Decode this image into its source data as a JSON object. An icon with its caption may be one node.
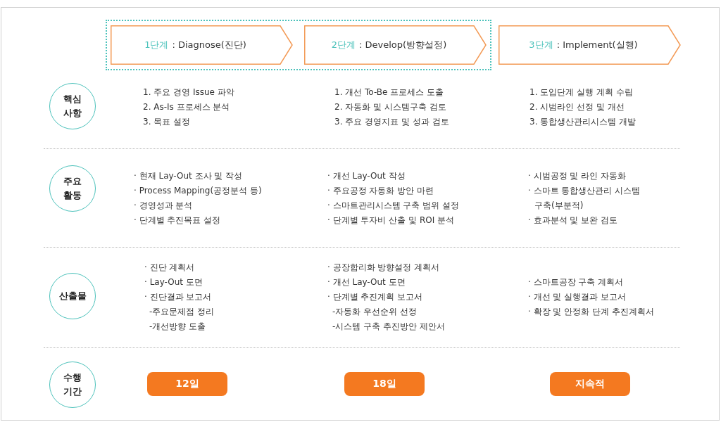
{
  "diagram": {
    "nodes": [
      {
        "text": [],
        "shape": "box"
      },
      {
        "text": [
          "1단계",
          ": Diagnose(진단)"
        ],
        "in": 0
      },
      {
        "text": [
          "2단계",
          ": Develop(방향설정)"
        ],
        "in": 0
      },
      {
        "text": [
          "3단계",
          ": Implement(실행)"
        ]
      },
      {
        "text": [
          "핵심 사항"
        ]
      },
      {
        "text": [
          "주요 활동"
        ]
      },
      {
        "text": [
          "산출물"
        ]
      },
      {
        "text": [
          "수행 기간"
        ]
      },
      {
        "text": [
          "12일"
        ]
      },
      {
        "text": [
          "18일"
        ]
      },
      {
        "text": [
          "지속적"
        ]
      }
    ],
    "labels": [
      "1. 주요 경영 Issue 파악",
      "2. As-Is 프로세스 분석",
      "3. 목표 설정",
      "1. 개선 To-Be 프로세스 도출",
      "2. 자동화 및 시스템구축 검토",
      "3. 주요 경영지표 및 성과 검토",
      "1. 도입단계 실행 계획 수립",
      "2. 시범라인 선정 및 개선",
      "3. 통합생산관리시스템 개발",
      "· 현재 Lay-Out 조사 및 작성",
      "· Process Mapping(공정분석 등)",
      "· 경영성과 분석",
      "· 단계별 추진목표 설정",
      "· 개선 Lay-Out 작성",
      "· 주요공정 자동화 방안 마련",
      "· 스마트관리시스템 구축 범위 설정",
      "· 단계별 투자비 산출 및 ROI 분석",
      "· 시범공정 및 라인 자동화",
      "· 스마트 통합생산관리 시스템 구축(부분적)",
      "· 효과분석 및 보완 검토",
      "· 진단 계획서",
      "· Lay-Out 도면",
      "· 진단결과 보고서",
      "-주요문제점 정리",
      "-개선방향 도출",
      "· 공장합리화 방향설정 계획서",
      "· 개선 Lay-Out 도면",
      "· 단계별 추진계획 보고서",
      "-자동화 우선순위 선정",
      "-시스템 구축 추진방안 제안서",
      "· 스마트공장 구축 계획서",
      "· 개선 및 실행결과 보고서",
      "· 확장 및 안정화 단계 추진계획서"
    ]
  }
}
